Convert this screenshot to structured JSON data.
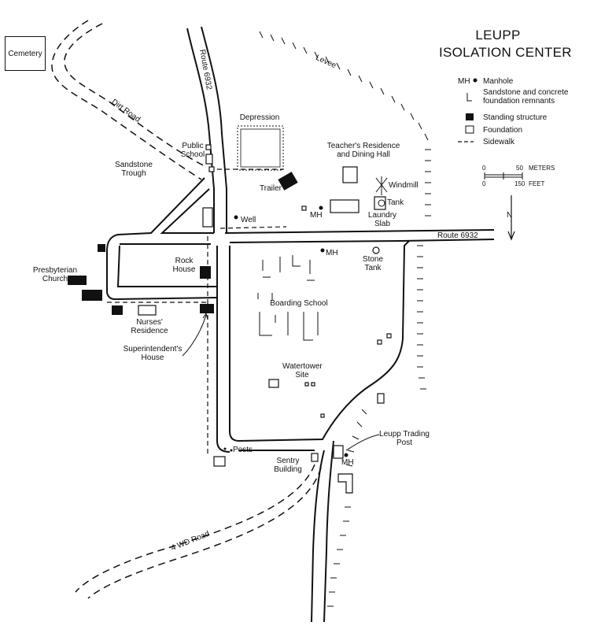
{
  "title": {
    "line1": "LEUPP",
    "line2": "ISOLATION CENTER"
  },
  "legend": {
    "manhole_symbol": "MH",
    "manhole": "Manhole",
    "remnants": "Sandstone and concrete foundation remnants",
    "standing": "Standing structure",
    "foundation": "Foundation",
    "sidewalk": "Sidewalk"
  },
  "scale": {
    "meters_zero": "0",
    "meters_max": "50",
    "meters_unit": "METERS",
    "feet_zero": "0",
    "feet_max": "150",
    "feet_unit": "FEET"
  },
  "north": "N",
  "labels": {
    "cemetery": "Cemetery",
    "dirt_road": "Dirt Road",
    "route_vertical": "Route 6932",
    "route_horizontal": "Route 6932",
    "levee": "Levee",
    "depression": "Depression",
    "public_school": "Public School",
    "sandstone_trough": "Sandstone Trough",
    "trailer": "Trailer",
    "teachers_residence": "Teacher's Residence and Dining Hall",
    "windmill": "Windmill",
    "tank": "Tank",
    "laundry_slab": "Laundry Slab",
    "mh1": "MH",
    "well": "Well",
    "mh2": "MH",
    "stone_tank": "Stone Tank",
    "rock_house": "Rock House",
    "presbyterian_church": "Presbyterian Church",
    "nurses_residence": "Nurses' Residence",
    "superintendents_house": "Superintendent's House",
    "boarding_school": "Boarding School",
    "watertower_site": "Watertower Site",
    "leupp_trading_post": "Leupp Trading Post",
    "mh3": "MH",
    "posts": "Posts",
    "sentry_building": "Sentry Building",
    "four_wd_road": "4 WD Road"
  }
}
